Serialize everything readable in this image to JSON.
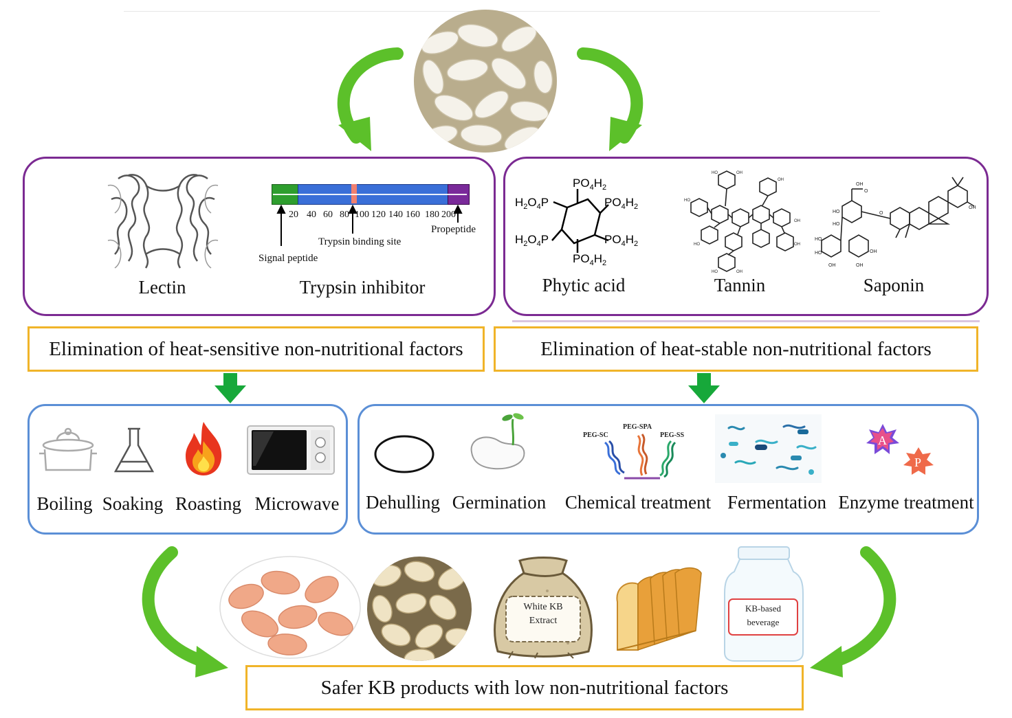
{
  "top_image": {
    "icon": "white-kidney-beans-photo"
  },
  "heat_sensitive_panel": {
    "items": [
      {
        "label": "Lectin",
        "icon": "lectin-protein-structure"
      },
      {
        "label": "Trypsin inhibitor",
        "icon": "trypsin-inhibitor-sequence-bar"
      }
    ],
    "sequence_ticks": [
      "20",
      "40",
      "60",
      "80",
      "100",
      "120",
      "140",
      "160",
      "180",
      "200"
    ],
    "annotations": {
      "signal_peptide": "Signal peptide",
      "trypsin_binding_site": "Trypsin binding site",
      "propeptide": "Propeptide"
    },
    "colors": {
      "signal": "#2e9e2e",
      "body": "#3a6fd8",
      "binding": "#f08070",
      "propeptide": "#7a2a9a"
    }
  },
  "heat_stable_panel": {
    "items": [
      {
        "label": "Phytic acid",
        "icon": "phytic-acid-structure"
      },
      {
        "label": "Tannin",
        "icon": "tannin-structure"
      },
      {
        "label": "Saponin",
        "icon": "saponin-structure"
      }
    ]
  },
  "heat_sensitive_heading": "Elimination of heat-sensitive non-nutritional factors",
  "heat_stable_heading": "Elimination of heat-stable  non-nutritional factors",
  "heat_sensitive_methods": [
    {
      "label": "Boiling",
      "icon": "cooking-pot-icon"
    },
    {
      "label": "Soaking",
      "icon": "flask-icon"
    },
    {
      "label": "Roasting",
      "icon": "fire-icon"
    },
    {
      "label": "Microwave",
      "icon": "microwave-icon"
    }
  ],
  "heat_stable_methods": [
    {
      "label": "Dehulling",
      "icon": "hull-ring-icon"
    },
    {
      "label": "Germination",
      "icon": "sprouting-bean-icon"
    },
    {
      "label": "Chemical treatment",
      "icon": "peg-chains-icon"
    },
    {
      "label": "Fermentation",
      "icon": "microbes-icon"
    },
    {
      "label": "Enzyme treatment",
      "icon": "enzyme-stars-icon"
    }
  ],
  "peg_labels": [
    "PEG-SC",
    "PEG-SPA",
    "PEG-SS"
  ],
  "enzyme_letters": [
    "A",
    "P"
  ],
  "products": {
    "items": [
      {
        "icon": "cooked-beans-photo"
      },
      {
        "icon": "dehulled-beans-photo"
      },
      {
        "icon": "extract-sack-icon",
        "label": "White  KB Extract"
      },
      {
        "icon": "bread-loaf-icon"
      },
      {
        "icon": "beverage-jar-icon",
        "label": "KB-based beverage"
      }
    ]
  },
  "final_result": "Safer KB products with low non-nutritional factors",
  "colors": {
    "purple_border": "#7b2a92",
    "blue_border": "#5b8fd6",
    "yellow_border": "#f0b429",
    "arrow_green": "#5cc02a",
    "down_arrow_green": "#17a83a"
  }
}
